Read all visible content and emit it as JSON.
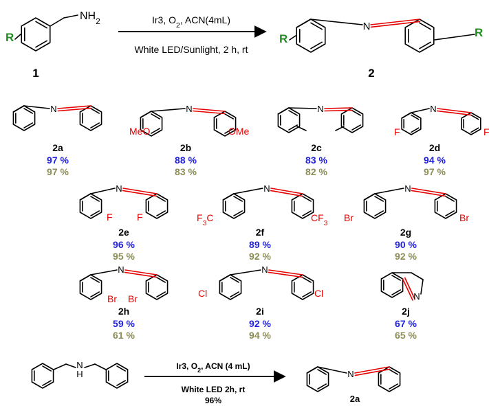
{
  "colors": {
    "yield_led": "#1f1fe6",
    "yield_sun": "#8c8c55",
    "heteroatom": "#e60000",
    "r_group": "#228b22"
  },
  "top_reaction": {
    "reactant_r": "R",
    "reactant_nh2": "NH2",
    "reactant_number": "1",
    "conditions_above": "Ir3, O2, ACN(4mL)",
    "conditions_below": "White LED/Sunlight, 2 h, rt",
    "product_r_left": "R",
    "product_r_right": "R",
    "product_n": "N",
    "product_number": "2"
  },
  "compounds": [
    {
      "id": "2a",
      "led": "97 %",
      "sun": "97 %"
    },
    {
      "id": "2b",
      "led": "88 %",
      "sun": "83 %",
      "sub_left": "MeO",
      "sub_right": "OMe"
    },
    {
      "id": "2c",
      "led": "83 %",
      "sun": "82 %"
    },
    {
      "id": "2d",
      "led": "94 %",
      "sun": "97 %",
      "sub_left": "F",
      "sub_right": "F"
    },
    {
      "id": "2e",
      "led": "96 %",
      "sun": "95 %",
      "sub_left": "F",
      "sub_right": "F"
    },
    {
      "id": "2f",
      "led": "89 %",
      "sun": "92 %",
      "sub_left": "F3C",
      "sub_right": "CF3"
    },
    {
      "id": "2g",
      "led": "90 %",
      "sun": "92 %",
      "sub_left": "Br",
      "sub_right": "Br"
    },
    {
      "id": "2h",
      "led": "59 %",
      "sun": "61 %",
      "sub_left": "Br",
      "sub_right": "Br"
    },
    {
      "id": "2i",
      "led": "92 %",
      "sun": "94 %",
      "sub_left": "Cl",
      "sub_right": "Cl"
    },
    {
      "id": "2j",
      "led": "67 %",
      "sun": "65 %"
    }
  ],
  "bottom_reaction": {
    "reactant_nh": "N",
    "reactant_h": "H",
    "conditions_above": "Ir3, O2, ACN (4 mL)",
    "conditions_below": "White LED 2h, rt",
    "yield": "96%",
    "product_number": "2a"
  }
}
